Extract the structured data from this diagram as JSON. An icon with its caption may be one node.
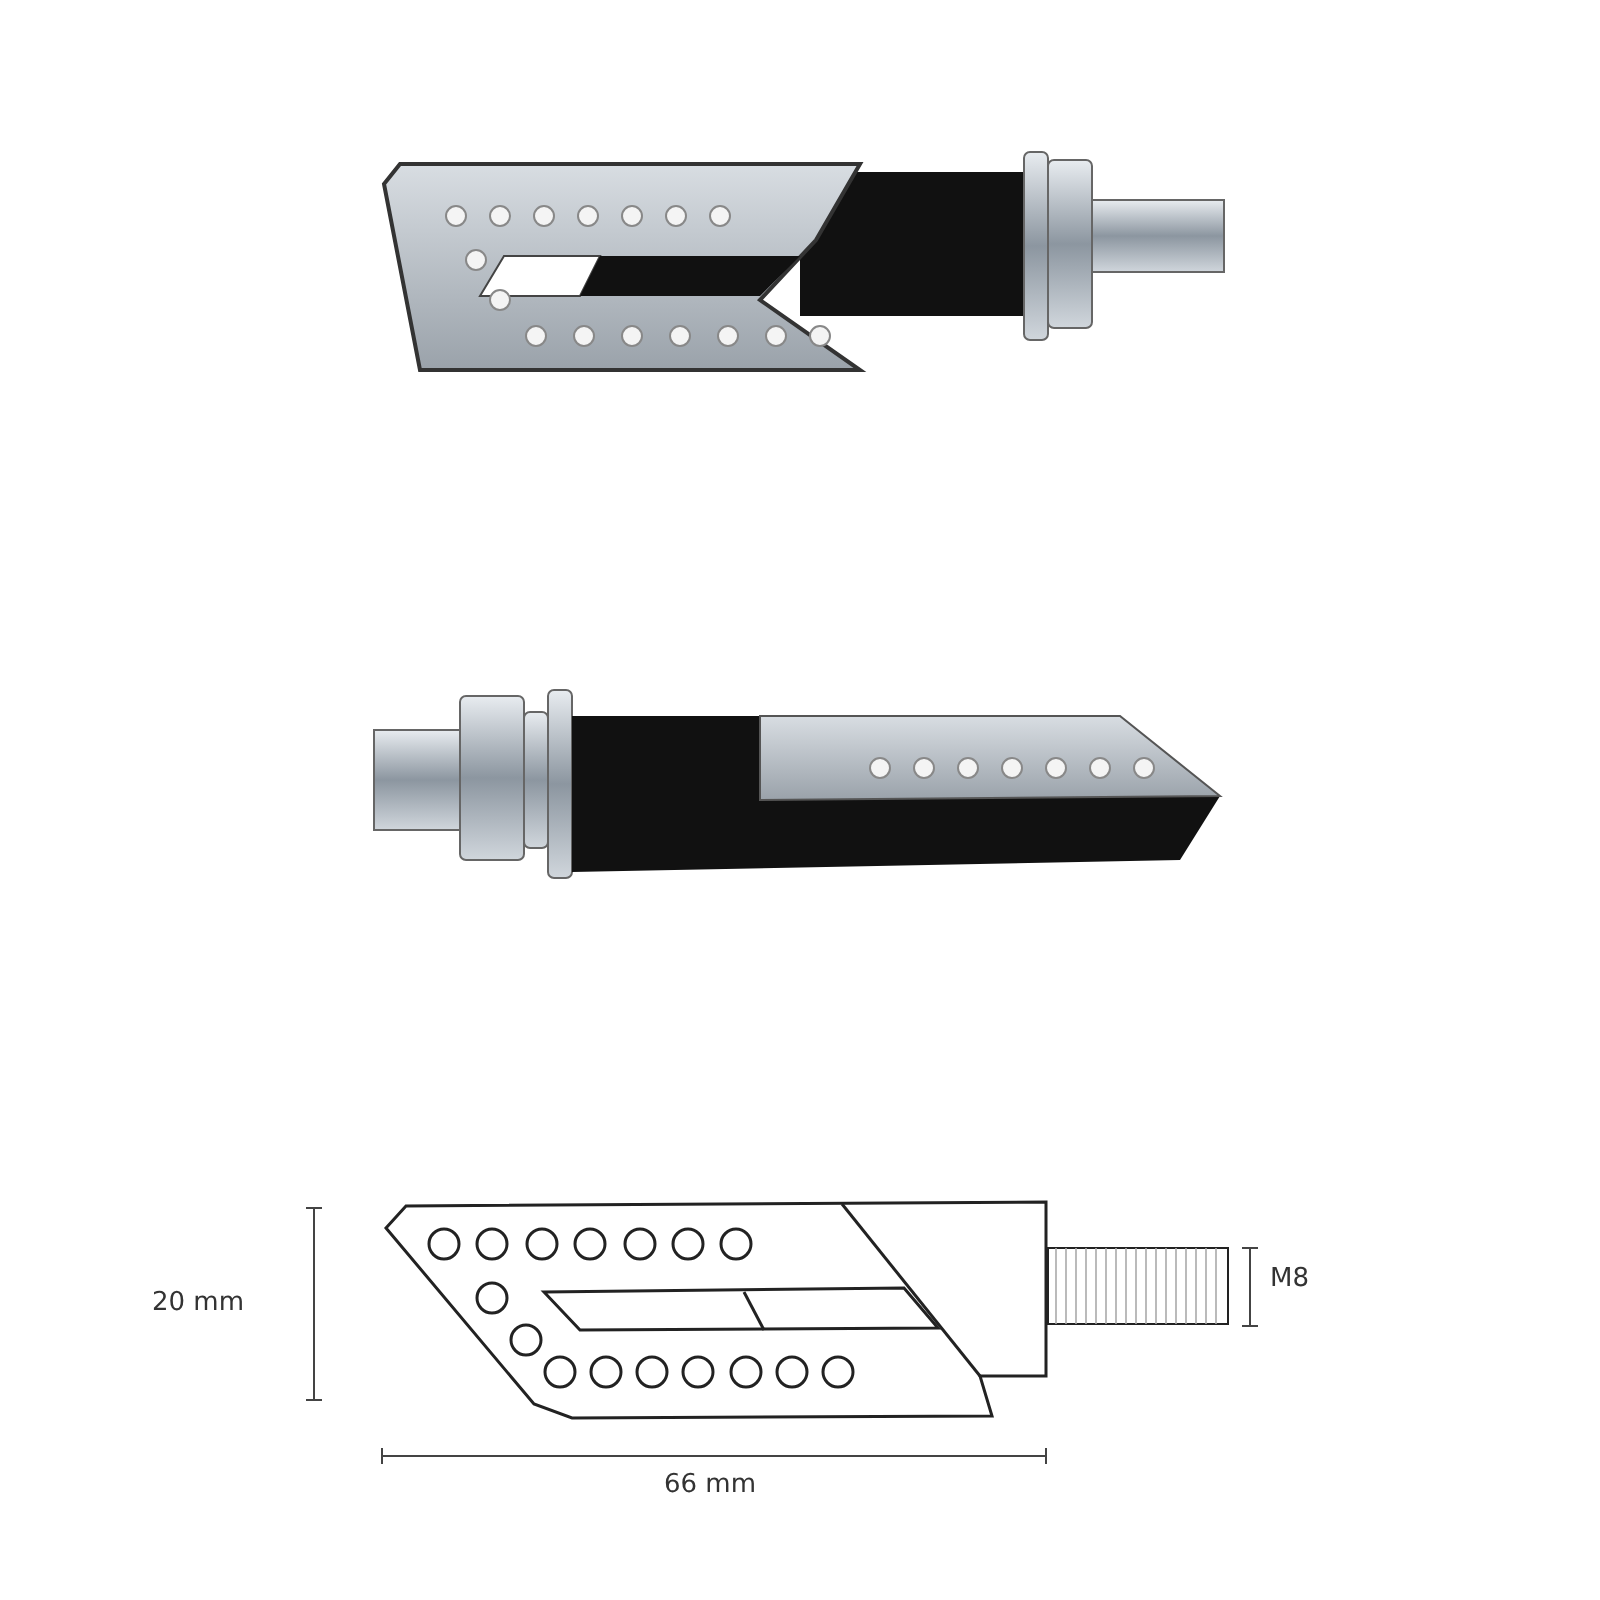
{
  "diagram": {
    "labels": [
      "20 mm",
      "M8",
      "66 mm"
    ]
  }
}
